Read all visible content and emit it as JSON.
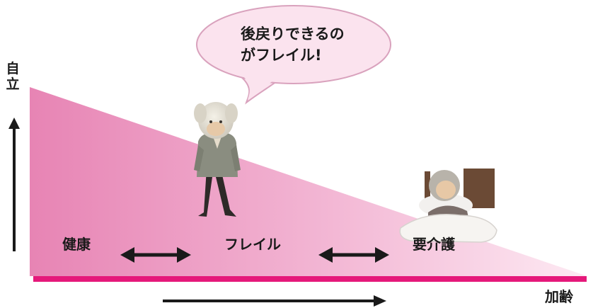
{
  "speech_bubble": {
    "line1": "後戻りできるの",
    "line2": "がフレイル!"
  },
  "axis": {
    "y_label_top": "自",
    "y_label_bottom": "立",
    "x_label": "加齢"
  },
  "stages": {
    "healthy": "健康",
    "frailty": "フレイル",
    "care": "要介護"
  },
  "colors": {
    "gradient_start": "#e784b4",
    "gradient_mid": "#f3b8d5",
    "gradient_end": "#fdeaf3",
    "baseline": "#e5187a",
    "ink": "#1a1a1a"
  },
  "figures": {
    "frail_person": "elderly-man-walking-icon",
    "care_person": "bedridden-elderly-icon"
  }
}
